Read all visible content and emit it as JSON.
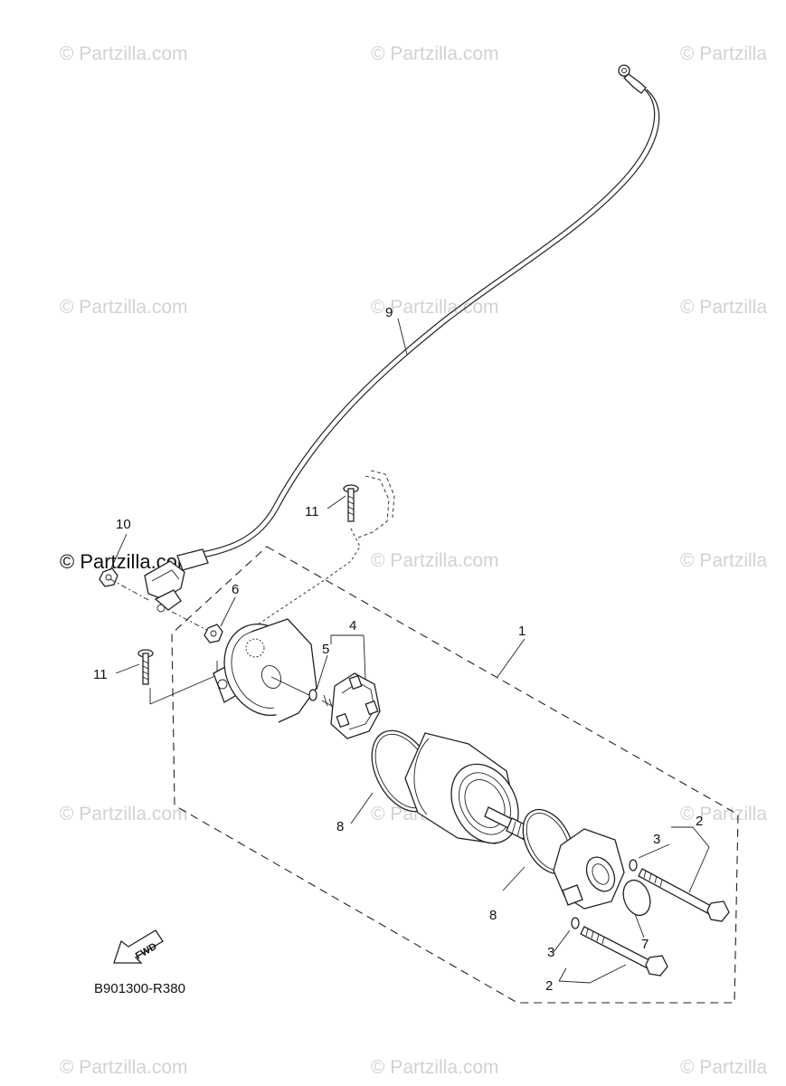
{
  "watermark": {
    "text": "© Partzilla.com",
    "text_clipped": "© Partzilla",
    "prominent": "© Partzilla.com"
  },
  "diagram_code": "B901300-R380",
  "fwd_label": "FWD",
  "callouts": {
    "c1": "1",
    "c2a": "2",
    "c2b": "2",
    "c3a": "3",
    "c3b": "3",
    "c4": "4",
    "c5": "5",
    "c6": "6",
    "c7": "7",
    "c8a": "8",
    "c8b": "8",
    "c9": "9",
    "c10": "10",
    "c11a": "11",
    "c11b": "11"
  }
}
